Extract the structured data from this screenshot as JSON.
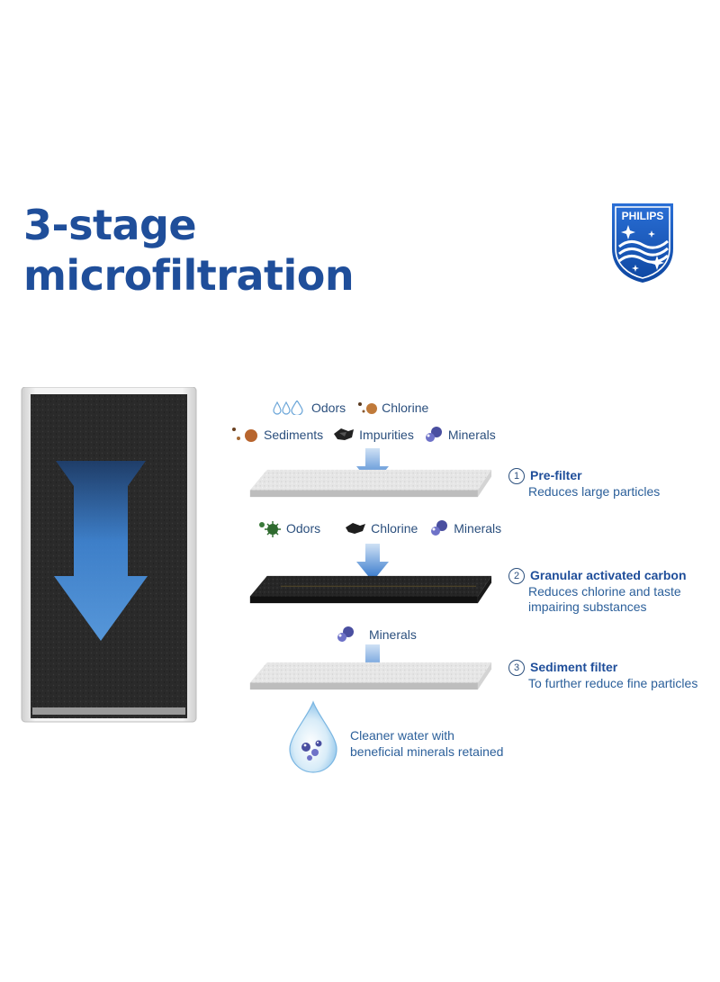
{
  "title": {
    "line1": "3-stage",
    "line2": "microfiltration"
  },
  "brand": {
    "name": "PHILIPS"
  },
  "contaminants": {
    "row1": [
      {
        "label": "Odors",
        "icon": "water-drops-icon"
      },
      {
        "label": "Chlorine",
        "icon": "chlorine-particles-icon"
      }
    ],
    "row2": [
      {
        "label": "Sediments",
        "icon": "sediment-particles-icon"
      },
      {
        "label": "Impurities",
        "icon": "impurity-flakes-icon"
      },
      {
        "label": "Minerals",
        "icon": "mineral-spheres-icon"
      }
    ],
    "row3": [
      {
        "label": "Odors",
        "icon": "green-germ-icon"
      },
      {
        "label": "Chlorine",
        "icon": "black-flakes-icon"
      },
      {
        "label": "Minerals",
        "icon": "mineral-spheres-icon"
      }
    ],
    "row4": [
      {
        "label": "Minerals",
        "icon": "mineral-spheres-icon"
      }
    ]
  },
  "stages": [
    {
      "number": "1",
      "title": "Pre-filter",
      "desc": [
        "Reduces  large particles"
      ]
    },
    {
      "number": "2",
      "title": "Granular activated carbon",
      "desc": [
        "Reduces chlorine and taste",
        "impairing substances"
      ]
    },
    {
      "number": "3",
      "title": "Sediment filter",
      "desc": [
        "To further reduce fine particles"
      ]
    }
  ],
  "result": {
    "lines": [
      "Cleaner water with",
      "beneficial minerals retained"
    ]
  },
  "colors": {
    "brand_blue": "#1f4e9a",
    "arrow_blue": "#3a7fd0",
    "carbon": "#222222",
    "prefilter": "#e2e2e2"
  }
}
